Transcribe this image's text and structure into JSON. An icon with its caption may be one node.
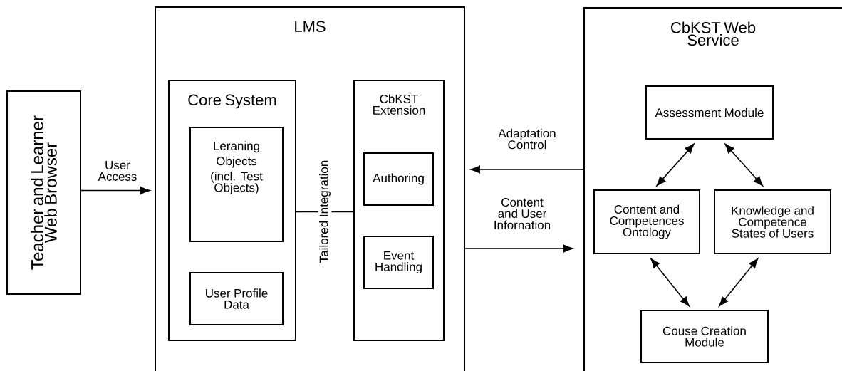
{
  "diagram": {
    "nodes": [
      {
        "text": [
          "Teacher and Learner Web Browser"
        ]
      },
      {
        "text": [
          "LMS"
        ]
      },
      {
        "text": [
          "Core System"
        ],
        "in": 1
      },
      {
        "text": [
          "Leraning Objects",
          "(incl. Test Objects)"
        ],
        "in": 2
      },
      {
        "text": [
          "User Profile Data"
        ],
        "in": 2
      },
      {
        "text": [
          "CbKST Extension"
        ],
        "in": 1
      },
      {
        "text": [
          "Authoring"
        ],
        "in": 5
      },
      {
        "text": [
          "Event Handling"
        ],
        "in": 5
      },
      {
        "text": [
          "CbKST Web Service"
        ]
      },
      {
        "text": [
          "Assessment Module"
        ],
        "in": 8
      },
      {
        "text": [
          "Content and Competences Ontology"
        ],
        "in": 8
      },
      {
        "text": [
          "Knowledge and Competence States of Users"
        ],
        "in": 8
      },
      {
        "text": [
          "Couse Creation Module"
        ],
        "in": 8
      }
    ],
    "edges": [
      {
        "from": 0,
        "to": 1,
        "arrow": "to",
        "label": "User Access"
      },
      {
        "from": 2,
        "to": 5,
        "arrow": "none",
        "label": "Tailored Integration"
      },
      {
        "from": 8,
        "to": 1,
        "arrow": "to",
        "label": "Adaptation Control"
      },
      {
        "from": 1,
        "to": 8,
        "arrow": "to",
        "label": "Content and User Infornation"
      },
      {
        "from": 9,
        "to": 10,
        "arrow": "both"
      },
      {
        "from": 9,
        "to": 11,
        "arrow": "both"
      },
      {
        "from": 10,
        "to": 12,
        "arrow": "both"
      },
      {
        "from": 11,
        "to": 12,
        "arrow": "both"
      }
    ]
  }
}
